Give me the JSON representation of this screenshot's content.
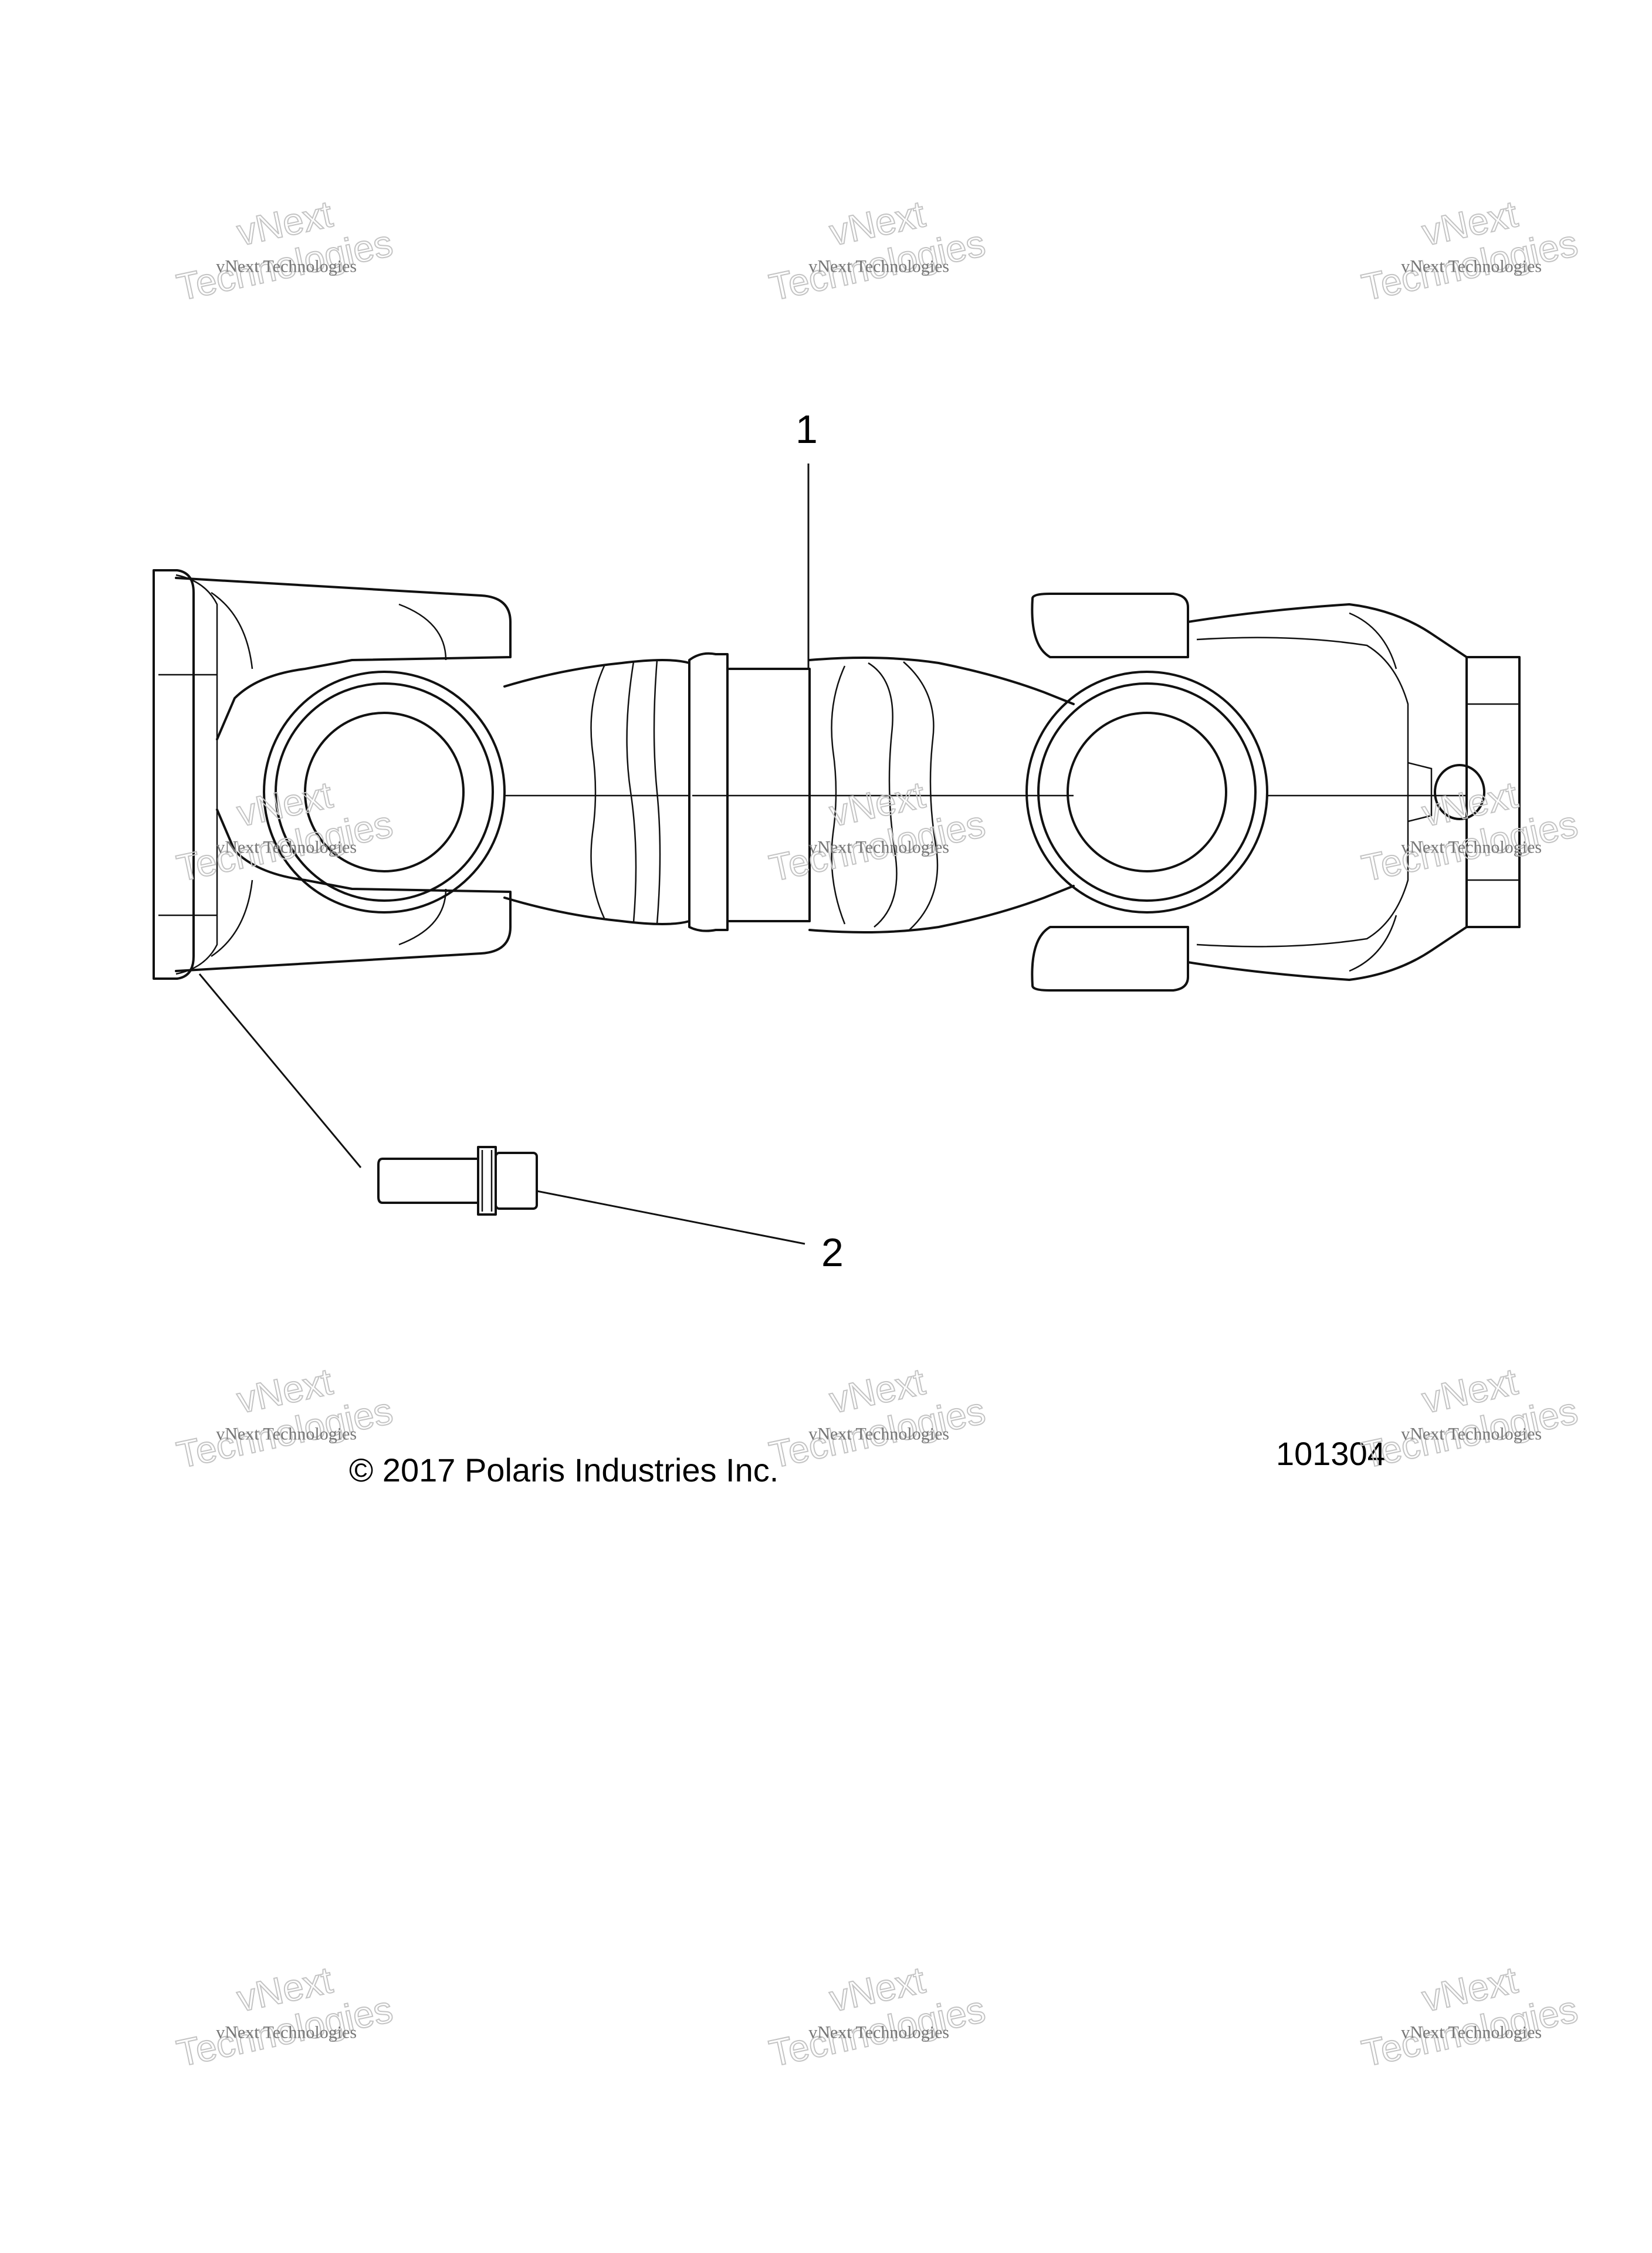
{
  "watermark": {
    "line_small": "vNext Technologies",
    "line_big_top": "vNext",
    "line_big_bottom": "Technologies"
  },
  "callouts": [
    {
      "id": "1",
      "label": "1"
    },
    {
      "id": "2",
      "label": "2"
    }
  ],
  "footer": {
    "copyright": "© 2017 Polaris Industries Inc.",
    "drawing_number": "101304"
  }
}
